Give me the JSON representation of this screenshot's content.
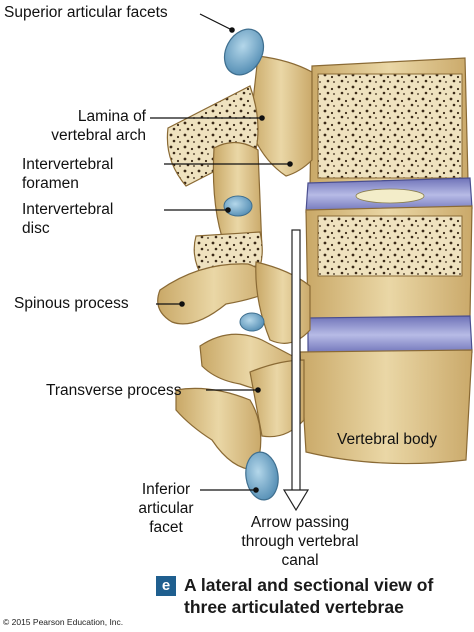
{
  "labels": {
    "superior_articular_facets": "Superior articular facets",
    "lamina_line1": "Lamina of",
    "lamina_line2": "vertebral arch",
    "foramen_line1": "Intervertebral",
    "foramen_line2": "foramen",
    "disc_line1": "Intervertebral",
    "disc_line2": "disc",
    "spinous_process": "Spinous process",
    "transverse_process": "Transverse process",
    "vertebral_body": "Vertebral body",
    "inferior_line1": "Inferior",
    "inferior_line2": "articular",
    "inferior_line3": "facet",
    "arrow_line1": "Arrow passing",
    "arrow_line2": "through vertebral",
    "arrow_line3": "canal"
  },
  "caption": {
    "badge": "e",
    "line1": "A lateral and sectional view of",
    "line2": "three articulated vertebrae"
  },
  "copyright": "© 2015 Pearson Education, Inc.",
  "colors": {
    "bone": "#e3cf9a",
    "bone_dark": "#c9a867",
    "cancellous": "#efe2bf",
    "disc_blue": "#8f95cc",
    "facet_blue": "#7fb1cf",
    "badge_blue": "#1f5f8f"
  }
}
